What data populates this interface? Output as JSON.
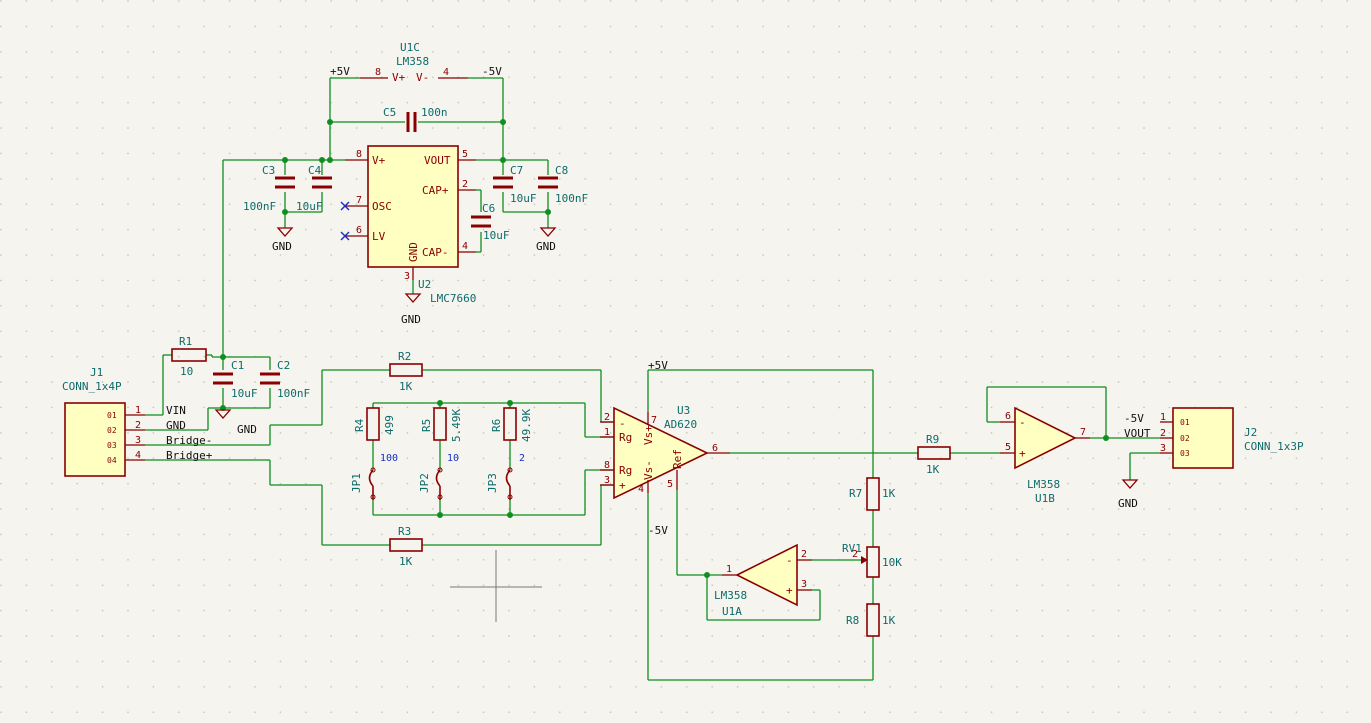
{
  "components": {
    "u1c": {
      "ref": "U1C",
      "value": "LM358",
      "pin_vp_num": "8",
      "pin_vp_name": "V+",
      "pin_vn_num": "4",
      "pin_vn_name": "V-"
    },
    "u2": {
      "ref": "U2",
      "value": "LMC7660",
      "pins": {
        "vp": "V+",
        "osc": "OSC",
        "lv": "LV",
        "gnd": "GND",
        "vout": "VOUT",
        "capp": "CAP+",
        "capm": "CAP-"
      },
      "nums": {
        "vp": "8",
        "osc": "7",
        "lv": "6",
        "gnd": "3",
        "vout": "5",
        "capp": "2",
        "capm": "4"
      }
    },
    "c1": {
      "ref": "C1",
      "value": "10uF"
    },
    "c2": {
      "ref": "C2",
      "value": "100nF"
    },
    "c3": {
      "ref": "C3",
      "value": "100nF"
    },
    "c4": {
      "ref": "C4",
      "value": "10uF"
    },
    "c5": {
      "ref": "C5",
      "value": "100n"
    },
    "c6": {
      "ref": "C6",
      "value": "10uF"
    },
    "c7": {
      "ref": "C7",
      "value": "10uF"
    },
    "c8": {
      "ref": "C8",
      "value": "100nF"
    },
    "r1": {
      "ref": "R1",
      "value": "10"
    },
    "r2": {
      "ref": "R2",
      "value": "1K"
    },
    "r3": {
      "ref": "R3",
      "value": "1K"
    },
    "r4": {
      "ref": "R4",
      "value": "499",
      "gain": "100"
    },
    "r5": {
      "ref": "R5",
      "value": "5.49K",
      "gain": "10"
    },
    "r6": {
      "ref": "R6",
      "value": "49.9K",
      "gain": "2"
    },
    "r7": {
      "ref": "R7",
      "value": "1K"
    },
    "r8": {
      "ref": "R8",
      "value": "1K"
    },
    "r9": {
      "ref": "R9",
      "value": "1K"
    },
    "rv1": {
      "ref": "RV1",
      "value": "10K",
      "pin2": "2"
    },
    "jp1": {
      "ref": "JP1"
    },
    "jp2": {
      "ref": "JP2"
    },
    "jp3": {
      "ref": "JP3"
    },
    "u3": {
      "ref": "U3",
      "value": "AD620",
      "pins": {
        "rg1": "Rg",
        "rg2": "Rg",
        "minus": "-",
        "plus": "+",
        "vsp": "Vs+",
        "vsm": "Vs-",
        "ref": "Ref"
      },
      "nums": {
        "n2": "2",
        "n1": "1",
        "n8": "8",
        "n3": "3",
        "n7": "7",
        "n4": "4",
        "n5": "5",
        "n6": "6"
      }
    },
    "u1a": {
      "ref": "U1A",
      "value": "LM358",
      "n1": "1",
      "n2": "2",
      "n3": "3",
      "minus": "-",
      "plus": "+"
    },
    "u1b": {
      "ref": "U1B",
      "value": "LM358",
      "n5": "5",
      "n6": "6",
      "n7": "7",
      "minus": "-",
      "plus": "+"
    },
    "j1": {
      "ref": "J1",
      "value": "CONN_1x4P",
      "pins": [
        "01",
        "02",
        "03",
        "04"
      ],
      "nums": [
        "1",
        "2",
        "3",
        "4"
      ]
    },
    "j2": {
      "ref": "J2",
      "value": "CONN_1x3P",
      "pins": [
        "01",
        "02",
        "03"
      ],
      "nums": [
        "1",
        "2",
        "3"
      ]
    }
  },
  "nets": {
    "p5v": "+5V",
    "m5v": "-5V",
    "gnd": "GND",
    "vin": "VIN",
    "bridge_minus": "Bridge-",
    "bridge_plus": "Bridge+",
    "vout": "VOUT"
  },
  "colors": {
    "wire": "#0f8f1f",
    "symbol": "#8a0000",
    "symbol_fill": "#ffffc2",
    "reference_text": "#0f6b6b",
    "no_connect": "#1a2fc7",
    "background": "#f5f4ef"
  }
}
